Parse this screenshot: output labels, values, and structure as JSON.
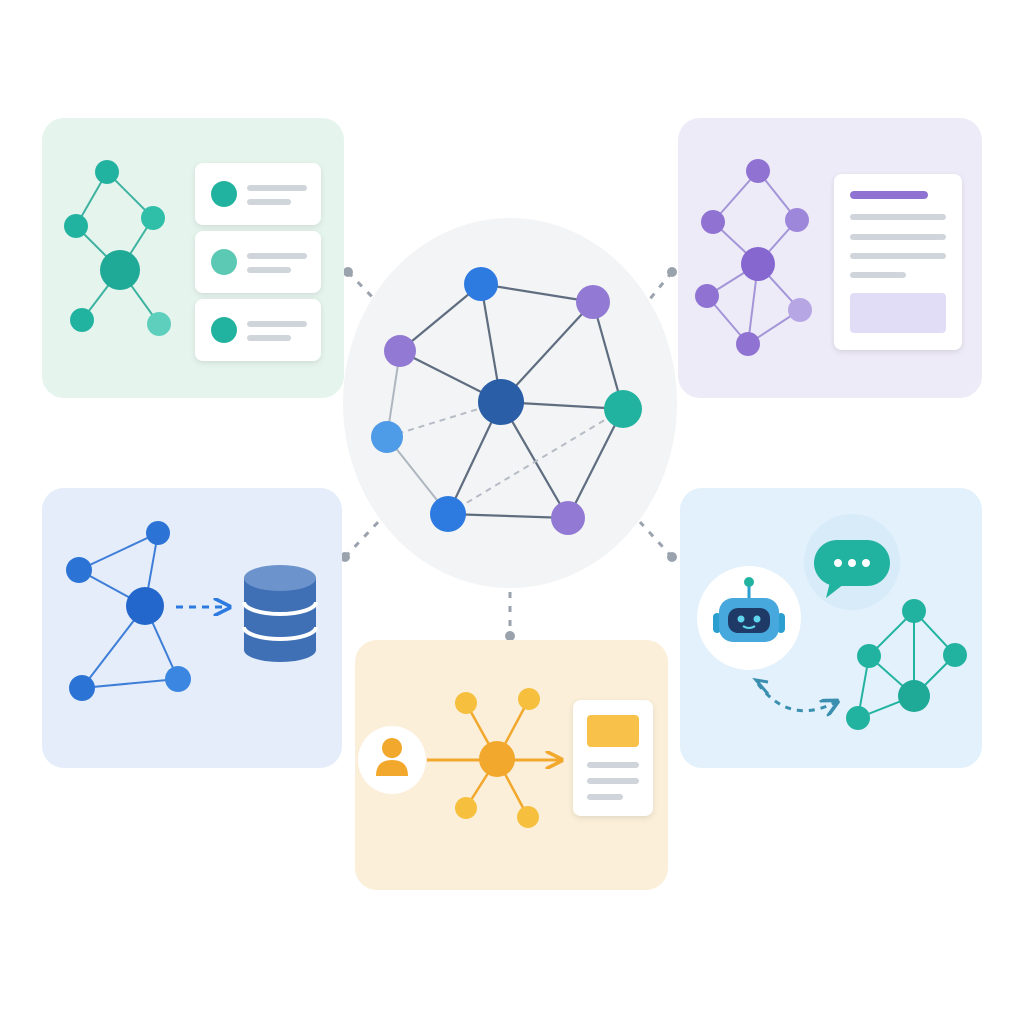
{
  "diagram": {
    "hub": {
      "colors": {
        "core": "#2a5ea6",
        "blue": "#2d7be0",
        "lightblue": "#4e9be8",
        "purple": "#9279d4",
        "teal": "#22b3a0"
      }
    },
    "panels": [
      {
        "id": "knowledge",
        "tint": "#e6f4ee",
        "accent": "#22b3a0",
        "icons": [
          "graph-icon",
          "list-card-icon"
        ]
      },
      {
        "id": "documents",
        "tint": "#eeebf8",
        "accent": "#9279d4",
        "icons": [
          "graph-icon",
          "document-icon"
        ]
      },
      {
        "id": "database",
        "tint": "#e4edf9",
        "accent": "#2d7be0",
        "icons": [
          "graph-icon",
          "database-icon"
        ]
      },
      {
        "id": "assistant",
        "tint": "#e2f1fb",
        "accent": "#22b3a0",
        "icons": [
          "robot-icon",
          "chat-bubble-icon",
          "graph-icon"
        ]
      },
      {
        "id": "user-flow",
        "tint": "#fbefd9",
        "accent": "#f2a82c",
        "icons": [
          "user-icon",
          "graph-icon",
          "card-icon"
        ]
      }
    ]
  }
}
